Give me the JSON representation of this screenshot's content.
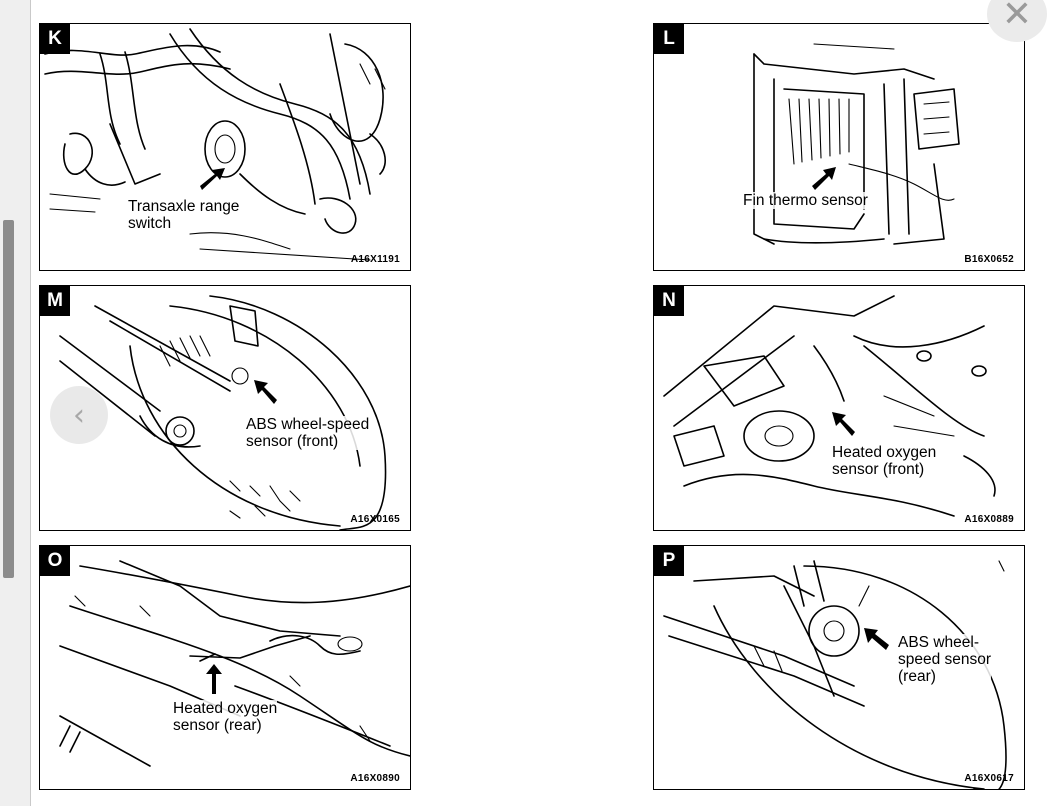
{
  "viewer": {
    "close_icon": "close-icon",
    "prev_icon": "chevron-left-icon"
  },
  "panels": [
    {
      "letter": "K",
      "caption": "Transaxle range\nswitch",
      "code": "A16X1191"
    },
    {
      "letter": "L",
      "caption": "Fin thermo sensor",
      "code": "B16X0652"
    },
    {
      "letter": "M",
      "caption": "ABS wheel-speed\nsensor (front)",
      "code": "A16X0165"
    },
    {
      "letter": "N",
      "caption": "Heated oxygen\nsensor (front)",
      "code": "A16X0889"
    },
    {
      "letter": "O",
      "caption": "Heated oxygen\nsensor (rear)",
      "code": "A16X0890"
    },
    {
      "letter": "P",
      "caption": "ABS wheel-\nspeed sensor\n(rear)",
      "code": "A16X0617"
    }
  ]
}
